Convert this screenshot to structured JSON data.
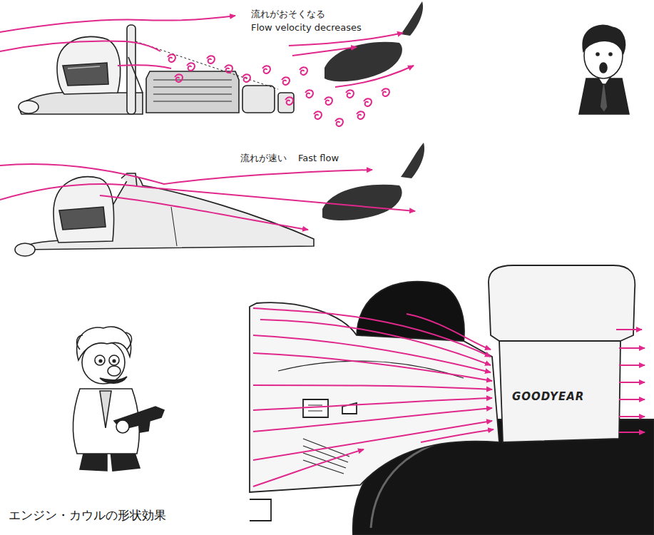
{
  "diagram": {
    "caption": "エンジン・カウルの形状効果",
    "labels": [
      "流れがおそくなる",
      "Flow velocity decreases",
      "流れが速い",
      "Fast flow",
      "GOODYEAR"
    ]
  }
}
